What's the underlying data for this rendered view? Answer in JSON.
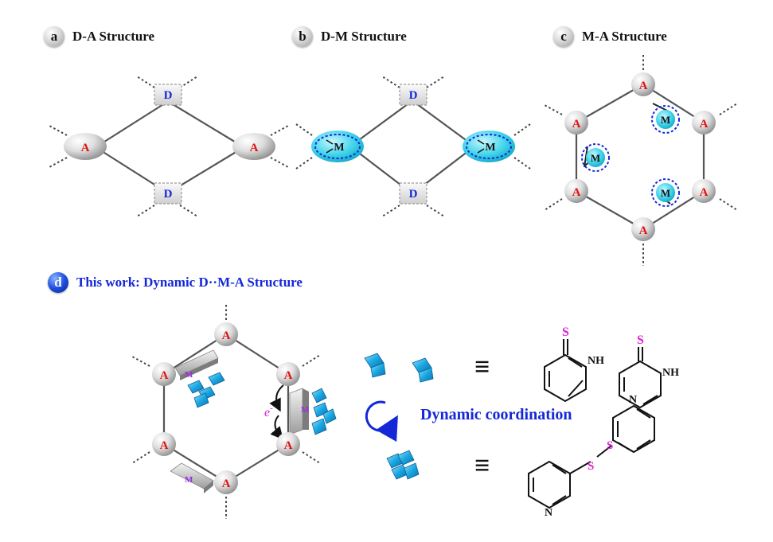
{
  "panels": {
    "a": {
      "letter": "a",
      "title": "D-A Structure"
    },
    "b": {
      "letter": "b",
      "title": "D-M Structure"
    },
    "c": {
      "letter": "c",
      "title": "M-A Structure"
    },
    "d": {
      "letter": "d",
      "title": "This work: Dynamic D··M-A Structure"
    }
  },
  "labels": {
    "acceptor": "A",
    "donor": "D",
    "metal": "M",
    "electron": "e",
    "electron_sup": "-",
    "dynamic": "Dynamic coordination",
    "equiv": "≡",
    "sulfur": "S",
    "nh": "NH",
    "nitrogen": "N"
  },
  "colors": {
    "acceptor_text": "#e01010",
    "donor_text": "#1428d8",
    "metal_fill": "#35d0e6",
    "metal_text_d": "#9b30e0",
    "accent_blue": "#1428d8",
    "sulfur": "#e020d0",
    "cube": "#1aa6e0"
  }
}
